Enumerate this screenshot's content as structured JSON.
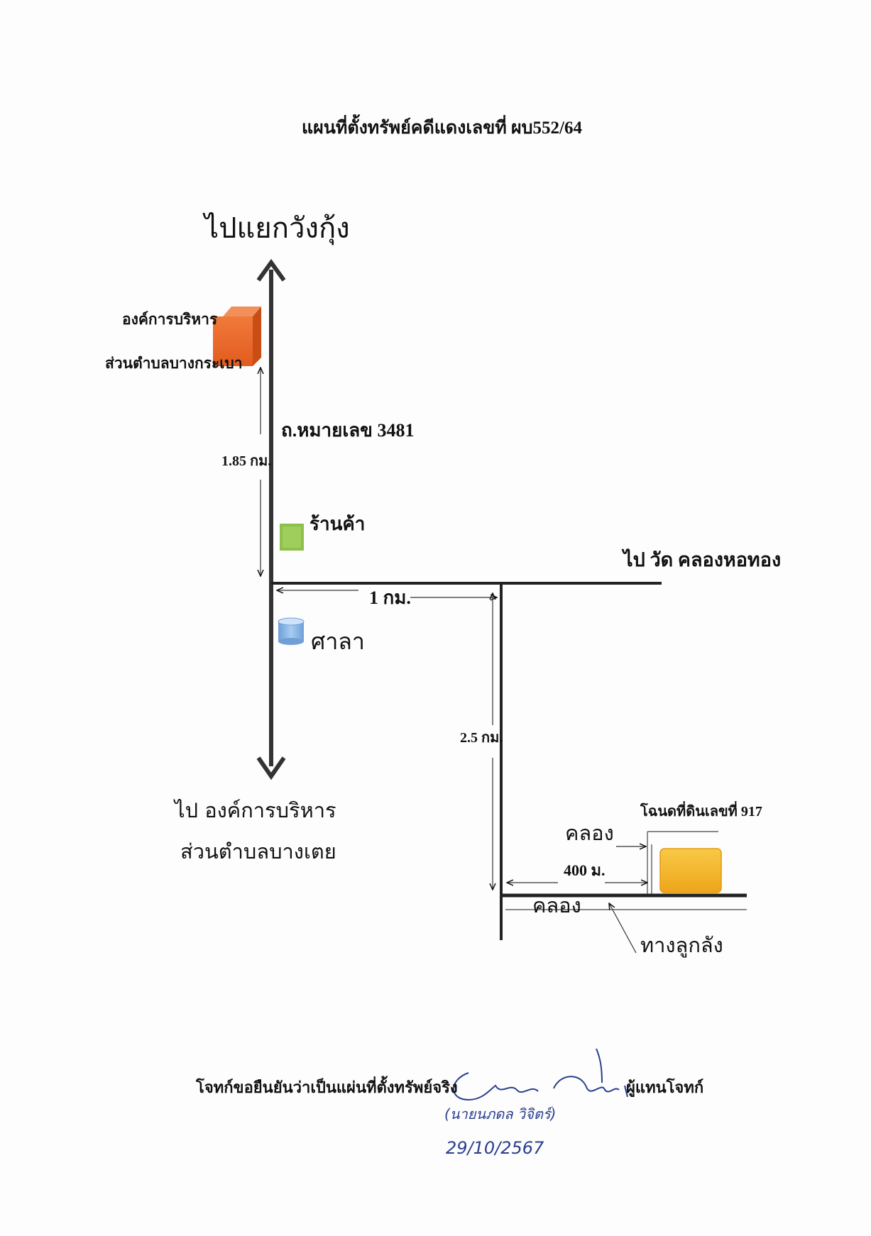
{
  "title": "แผนที่ตั้งทรัพย์คดีแดงเลขที่ ผบ552/64",
  "labels": {
    "to_wang_kung": "ไปแยกวังกุ้ง",
    "sao_line1": "องค์การบริหาร",
    "sao_line2": "ส่วนตำบลบางกระเบา",
    "road_name": "ถ.หมายเลข 3481",
    "dist_185": "1.85 กม.",
    "shop": "ร้านค้า",
    "to_wat": "ไป วัด คลองหอทอง",
    "dist_1km": "1 กม.",
    "sala": "ศาลา",
    "dist_25": "2.5 กม.",
    "to_sao_bangtoei_1": "ไป องค์การบริหาร",
    "to_sao_bangtoei_2": "ส่วนตำบลบางเตย",
    "deed": "โฉนดที่ดินเลขที่ 917",
    "canal_upper": "คลอง",
    "dist_400": "400 ม.",
    "canal_lower": "คลอง",
    "laterite_road": "ทางลูกลัง"
  },
  "footer": {
    "confirm": "โจทก์ขอยืนยันว่าเป็นแผ่นที่ตั้งทรัพย์จริง",
    "role": "ผู้แทนโจทก์",
    "signature_text": "(นายนภดล วิจิตร์)",
    "date": "29/10/2567"
  },
  "colors": {
    "sao_box": "#ec6b2d",
    "shop_box": "#8dc04a",
    "sala_box": "#8fb9e6",
    "deed_box": "#f4b627",
    "ink": "#111111",
    "pen": "#2a3f8f"
  },
  "icons": {
    "sao": "orange-cube-icon",
    "shop": "green-square-icon",
    "sala": "blue-cylinder-icon",
    "deed": "yellow-plot-icon"
  }
}
